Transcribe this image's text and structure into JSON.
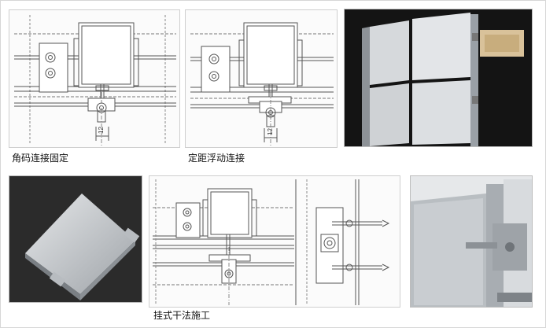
{
  "captions": {
    "corner_bracket_fixed": "角码连接固定",
    "fixed_spacing_floating": "定距浮动连接",
    "hanging_dry_method": "挂式干法施工"
  },
  "dimensions": {
    "gap_1": "12",
    "gap_2": "12"
  },
  "colors": {
    "line": "#555555",
    "accent_photo_dark": "#141414",
    "panel_silver": "#d8dbdf",
    "wood": "#d9c29a"
  }
}
